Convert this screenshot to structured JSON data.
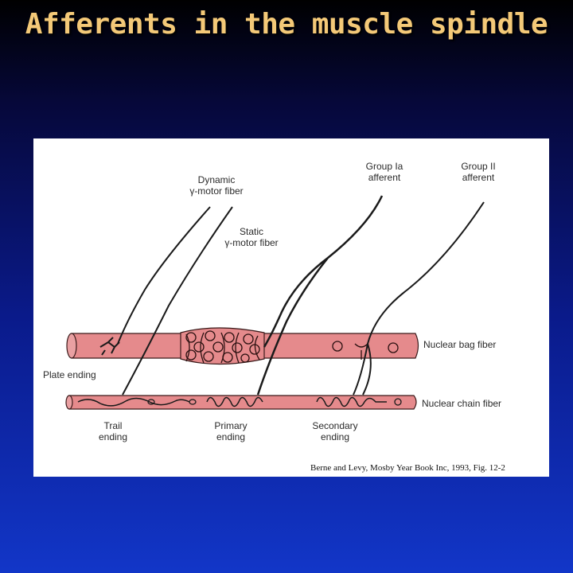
{
  "slide": {
    "title": "Afferents in the muscle spindle"
  },
  "figure": {
    "labels": {
      "dynamic_motor": "Dynamic\nγ-motor fiber",
      "static_motor": "Static\nγ-motor fiber",
      "group_ia": "Group Ia\nafferent",
      "group_ii": "Group II\nafferent",
      "nuclear_bag": "Nuclear bag fiber",
      "nuclear_chain": "Nuclear chain fiber",
      "plate_ending": "Plate ending",
      "trail_ending": "Trail\nending",
      "primary_ending": "Primary\nending",
      "secondary_ending": "Secondary\nending"
    },
    "citation": "Berne and Levy, Mosby Year Book Inc, 1993, Fig. 12-2",
    "colors": {
      "fiber_fill": "#e58a8c",
      "fiber_outline": "#3a1a1a",
      "nerve": "#1a1a1a",
      "title": "#f4c978"
    }
  }
}
